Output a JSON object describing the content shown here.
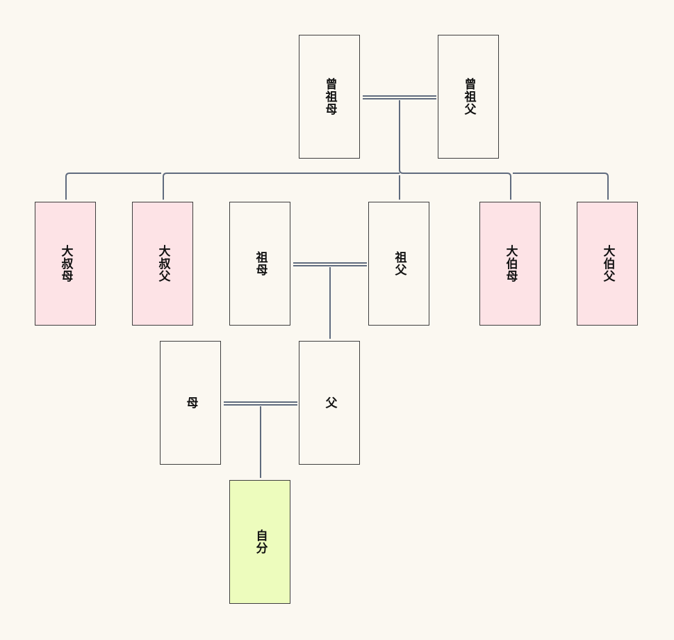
{
  "people": {
    "great_grandmother": "曾祖母",
    "great_grandfather": "曾祖父",
    "great_aunt_younger": "大叔母",
    "great_uncle_younger": "大叔父",
    "grandmother": "祖母",
    "grandfather": "祖父",
    "great_aunt_elder": "大伯母",
    "great_uncle_elder": "大伯父",
    "mother": "母",
    "father": "父",
    "self": "自分"
  },
  "colors": {
    "background": "#fbf8f1",
    "connector": "#5f6b7e",
    "box_border": "#3d3d3d",
    "relative_fill": "#fde3e6",
    "self_fill": "#edfcbd",
    "default_fill": "#fbf8f1"
  }
}
